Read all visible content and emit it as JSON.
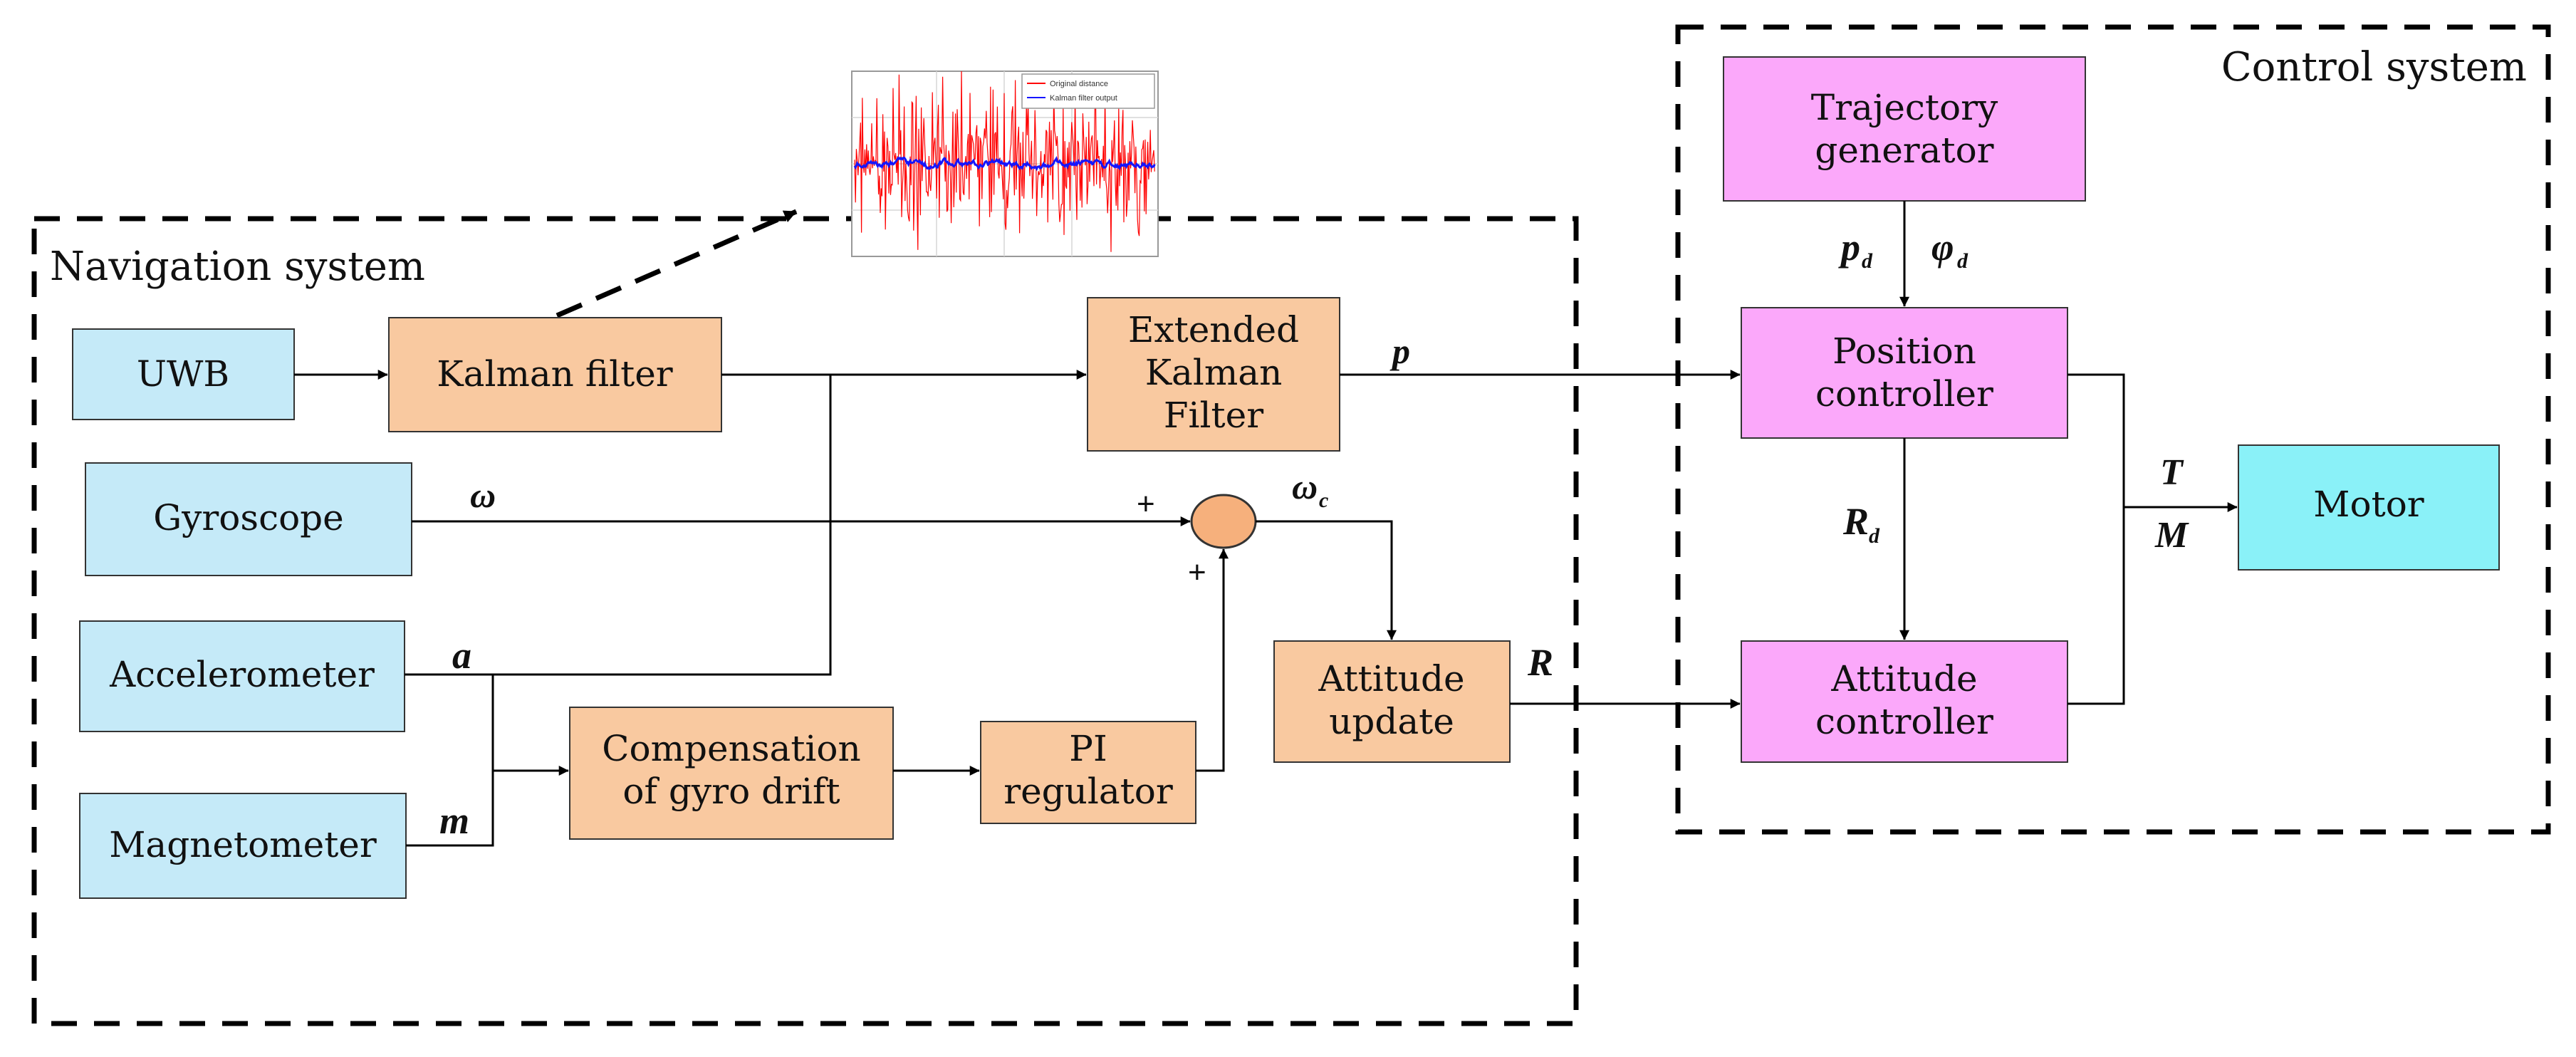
{
  "navigation_system": {
    "title": "Navigation system",
    "blocks": {
      "uwb": "UWB",
      "gyroscope": "Gyroscope",
      "accelerometer": "Accelerometer",
      "magnetometer": "Magnetometer",
      "kalman_filter": "Kalman filter",
      "ekf": [
        "Extended",
        "Kalman",
        "Filter"
      ],
      "gyro_comp": [
        "Compensation",
        "of gyro drift"
      ],
      "pi": [
        "PI",
        "regulator"
      ],
      "attitude_update": [
        "Attitude",
        "update"
      ]
    },
    "signals": {
      "omega": "ω",
      "a": "a",
      "m": "m",
      "p": "p",
      "omega_c": "ω",
      "omega_c_sub": "c",
      "R": "R"
    },
    "sum_signs": [
      "+",
      "+"
    ]
  },
  "control_system": {
    "title": "Control system",
    "blocks": {
      "trajectory": [
        "Trajectory",
        "generator"
      ],
      "position": [
        "Position",
        "controller"
      ],
      "attitude": [
        "Attitude",
        "controller"
      ],
      "motor": "Motor"
    },
    "signals": {
      "p_d": "p",
      "p_d_sub": "d",
      "phi_d": "φ",
      "phi_d_sub": "d",
      "R_d": "R",
      "R_d_sub": "d",
      "T": "T",
      "M": "M"
    }
  },
  "inset_plot": {
    "legend": [
      "Original distance",
      "Kalman filter output"
    ]
  },
  "colors": {
    "sensor_fill": "#c5eaf8",
    "process_fill": "#f9c9a0",
    "controller_fill": "#fba8fa",
    "motor_fill": "#8af1f8",
    "sum_fill": "#f6b07c",
    "raw_signal": "#ff0000",
    "filtered_signal": "#1515ff"
  }
}
